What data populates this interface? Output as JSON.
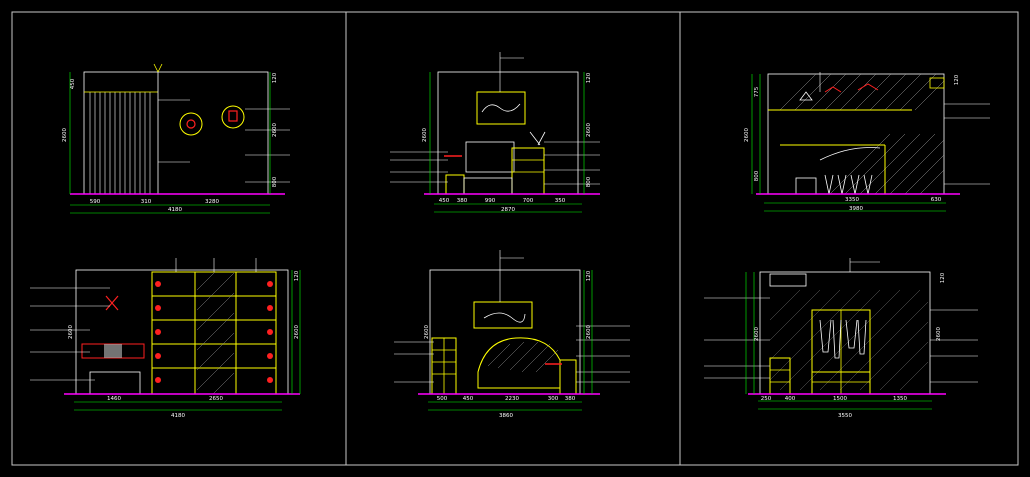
{
  "colors": {
    "background": "#000000",
    "frame": "#c8c8c8",
    "line_white": "#ffffff",
    "line_yellow": "#ffff00",
    "line_cyan": "#00ffff",
    "line_red": "#ff2020",
    "line_magenta": "#ff00ff",
    "line_green": "#00ff00"
  },
  "panels": [
    {
      "id": "elevation-1",
      "overall_dim": "4180",
      "bottom_dims": [
        "590",
        "310",
        "3280"
      ],
      "height_dims": [
        "450",
        "2600"
      ],
      "right_dims": [
        "120",
        "2600",
        "800"
      ],
      "notes": [
        "",
        "",
        "",
        ""
      ]
    },
    {
      "id": "elevation-2",
      "overall_dim": "2870",
      "bottom_dims": [
        "450",
        "380",
        "990",
        "700",
        "350"
      ],
      "height_dims": [
        "2600"
      ],
      "right_dims": [
        "120",
        "800",
        "2600"
      ],
      "notes": [
        "",
        "",
        "",
        "",
        "",
        ""
      ]
    },
    {
      "id": "elevation-3",
      "overall_dim": "3980",
      "bottom_dims": [
        "3350",
        "630"
      ],
      "height_dims": [
        "775",
        "2600",
        "800"
      ],
      "right_dims": [
        "120"
      ],
      "notes": [
        "",
        "",
        ""
      ]
    },
    {
      "id": "elevation-4",
      "overall_dim": "4180",
      "bottom_dims": [
        "1460",
        "2650"
      ],
      "height_dims": [
        "2600"
      ],
      "right_dims": [
        "120",
        "2600"
      ],
      "notes": [
        "",
        "",
        "",
        "",
        ""
      ]
    },
    {
      "id": "elevation-5",
      "overall_dim": "3860",
      "bottom_dims": [
        "500",
        "450",
        "2230",
        "300",
        "380"
      ],
      "height_dims": [
        "2600"
      ],
      "right_dims": [
        "120",
        "2600"
      ],
      "notes": [
        "",
        "",
        "",
        "",
        ""
      ]
    },
    {
      "id": "elevation-6",
      "overall_dim": "3550",
      "bottom_dims": [
        "250",
        "400",
        "1500",
        "1350"
      ],
      "height_dims": [
        "2600"
      ],
      "right_dims": [
        "120",
        "2600"
      ],
      "notes": [
        "",
        "",
        "",
        "",
        "",
        ""
      ]
    }
  ]
}
